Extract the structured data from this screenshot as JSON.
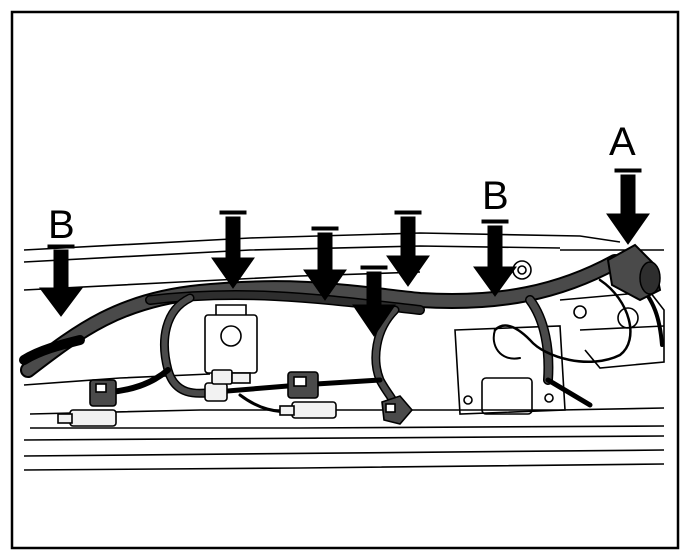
{
  "callouts": {
    "a": "A",
    "b_left": "B",
    "b_right": "B"
  },
  "colors": {
    "ink": "#000000",
    "harness": "#4a4a4a",
    "harness_dark": "#2e2e2e",
    "connector_light": "#f2f2f2",
    "background": "#ffffff"
  },
  "icons": {
    "pointer": "down-arrow-icon",
    "connector": "electrical-connector-icon"
  }
}
